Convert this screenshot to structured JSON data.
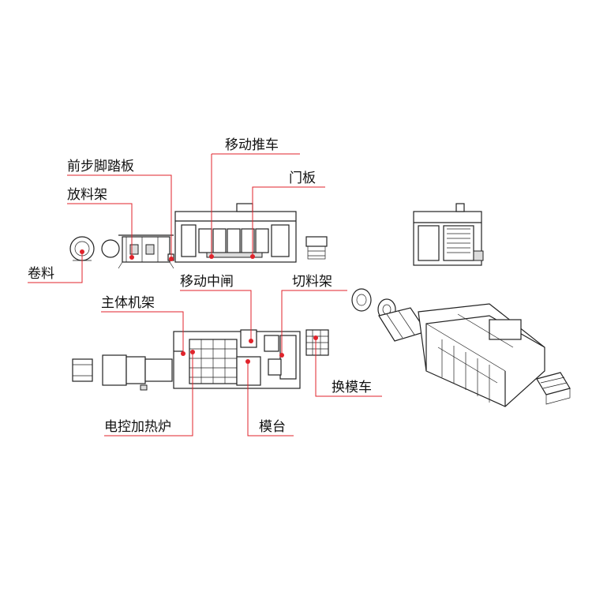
{
  "labels": {
    "front_pedal": "前步脚踏板",
    "moving_cart": "移动推车",
    "door_panel": "门板",
    "unwind_rack": "放料架",
    "roll_material": "卷料",
    "moving_gate": "移动中闸",
    "cutting_rack": "切料架",
    "main_frame": "主体机架",
    "mold_change_cart": "换模车",
    "electric_oven": "电控加热炉",
    "mold_table": "模台"
  },
  "colors": {
    "leader_line": "#e0232b",
    "drawing_line": "#222222",
    "label_text": "#111111"
  }
}
